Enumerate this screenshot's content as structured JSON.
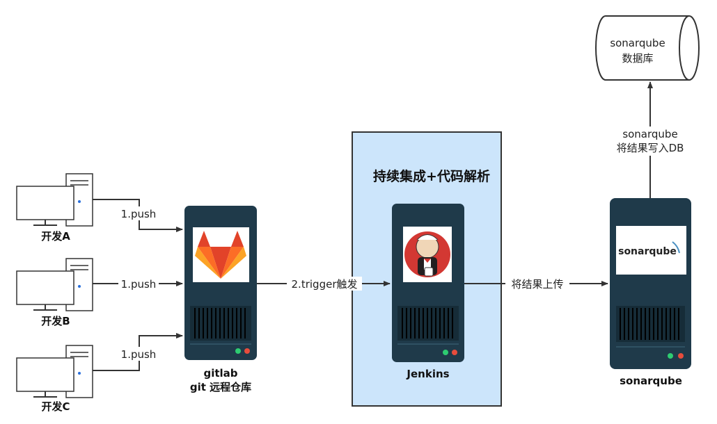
{
  "clients": [
    {
      "label": "开发A",
      "push_label": "1.push"
    },
    {
      "label": "开发B",
      "push_label": "1.push"
    },
    {
      "label": "开发C",
      "push_label": "1.push"
    }
  ],
  "gitlab": {
    "line1": "gitlab",
    "line2": "git 远程仓库"
  },
  "trigger_label": "2.trigger触发",
  "ci_box": {
    "title": "持续集成+代码解析",
    "fill": "#cce5fb",
    "border": "#333333"
  },
  "jenkins": {
    "label": "Jenkins"
  },
  "upload_label": "将结果上传",
  "sonarqube": {
    "label": "sonarqube",
    "logo_text": "sonarqube"
  },
  "db_write_label": {
    "line1": "sonarqube",
    "line2": "将结果写入DB"
  },
  "database": {
    "line1": "sonarqube",
    "line2": "数据库"
  },
  "colors": {
    "server": "#1f3a4a",
    "server_dark": "#162c38",
    "gitlab_orange": "#e24329",
    "arrow": "#333333"
  }
}
